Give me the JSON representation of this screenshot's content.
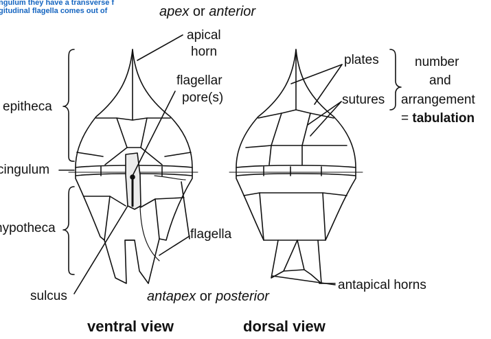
{
  "caption_fragment": {
    "line1": "ngulum they have a transverse f",
    "line2": "gitudinal flagella comes out of"
  },
  "top_label": {
    "part1": "apex",
    "part2": " or ",
    "part3": "anterior"
  },
  "bottom_label": {
    "part1": "antapex",
    "part2": " or ",
    "part3": "posterior"
  },
  "labels": {
    "apical_horn_1": "apical",
    "apical_horn_2": "horn",
    "flagellar_pore_1": "flagellar",
    "flagellar_pore_2": "pore(s)",
    "epitheca": "epitheca",
    "cingulum": "cingulum",
    "hypotheca": "hypotheca",
    "sulcus": "sulcus",
    "flagella": "flagella",
    "plates": "plates",
    "sutures": "sutures",
    "number": "number",
    "and": "and",
    "arrangement": "arrangement",
    "tabulation_prefix": "= ",
    "tabulation": "tabulation",
    "antapical_horns": "antapical horns"
  },
  "view_titles": {
    "ventral": "ventral view",
    "dorsal": "dorsal view"
  },
  "colors": {
    "plate_fill": "#ececec",
    "line": "#111111",
    "caption": "#1565c0"
  }
}
